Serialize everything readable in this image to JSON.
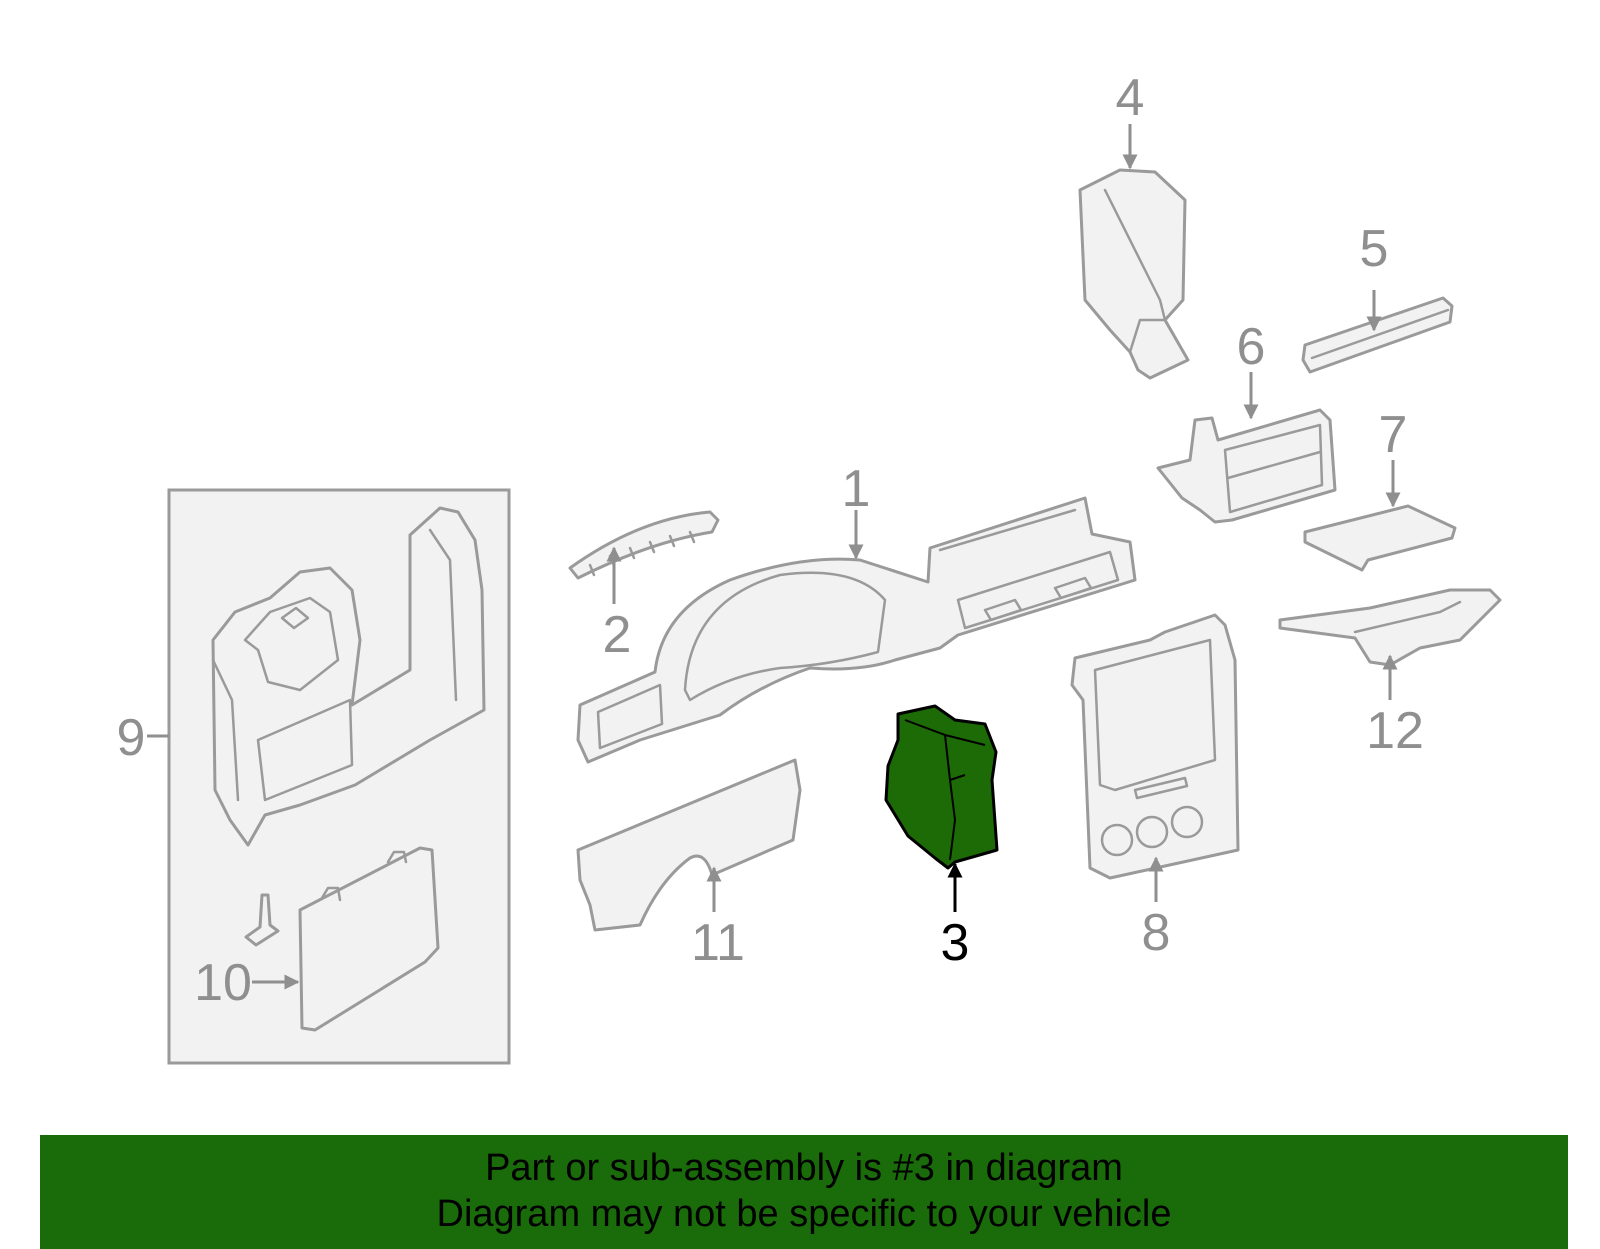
{
  "colors": {
    "highlight": "#1d6b06",
    "banner": "#1a6b0a",
    "outline": "#9a9a9a",
    "panel_fill": "#f2f2f2"
  },
  "callouts": {
    "c1": "1",
    "c2": "2",
    "c3": "3",
    "c4": "4",
    "c5": "5",
    "c6": "6",
    "c7": "7",
    "c8": "8",
    "c9": "9",
    "c10": "10",
    "c11": "11",
    "c12": "12"
  },
  "highlighted_part": "3",
  "banner": {
    "line1": "Part or sub-assembly is #3 in diagram",
    "line2": "Diagram may not be specific to your vehicle"
  }
}
